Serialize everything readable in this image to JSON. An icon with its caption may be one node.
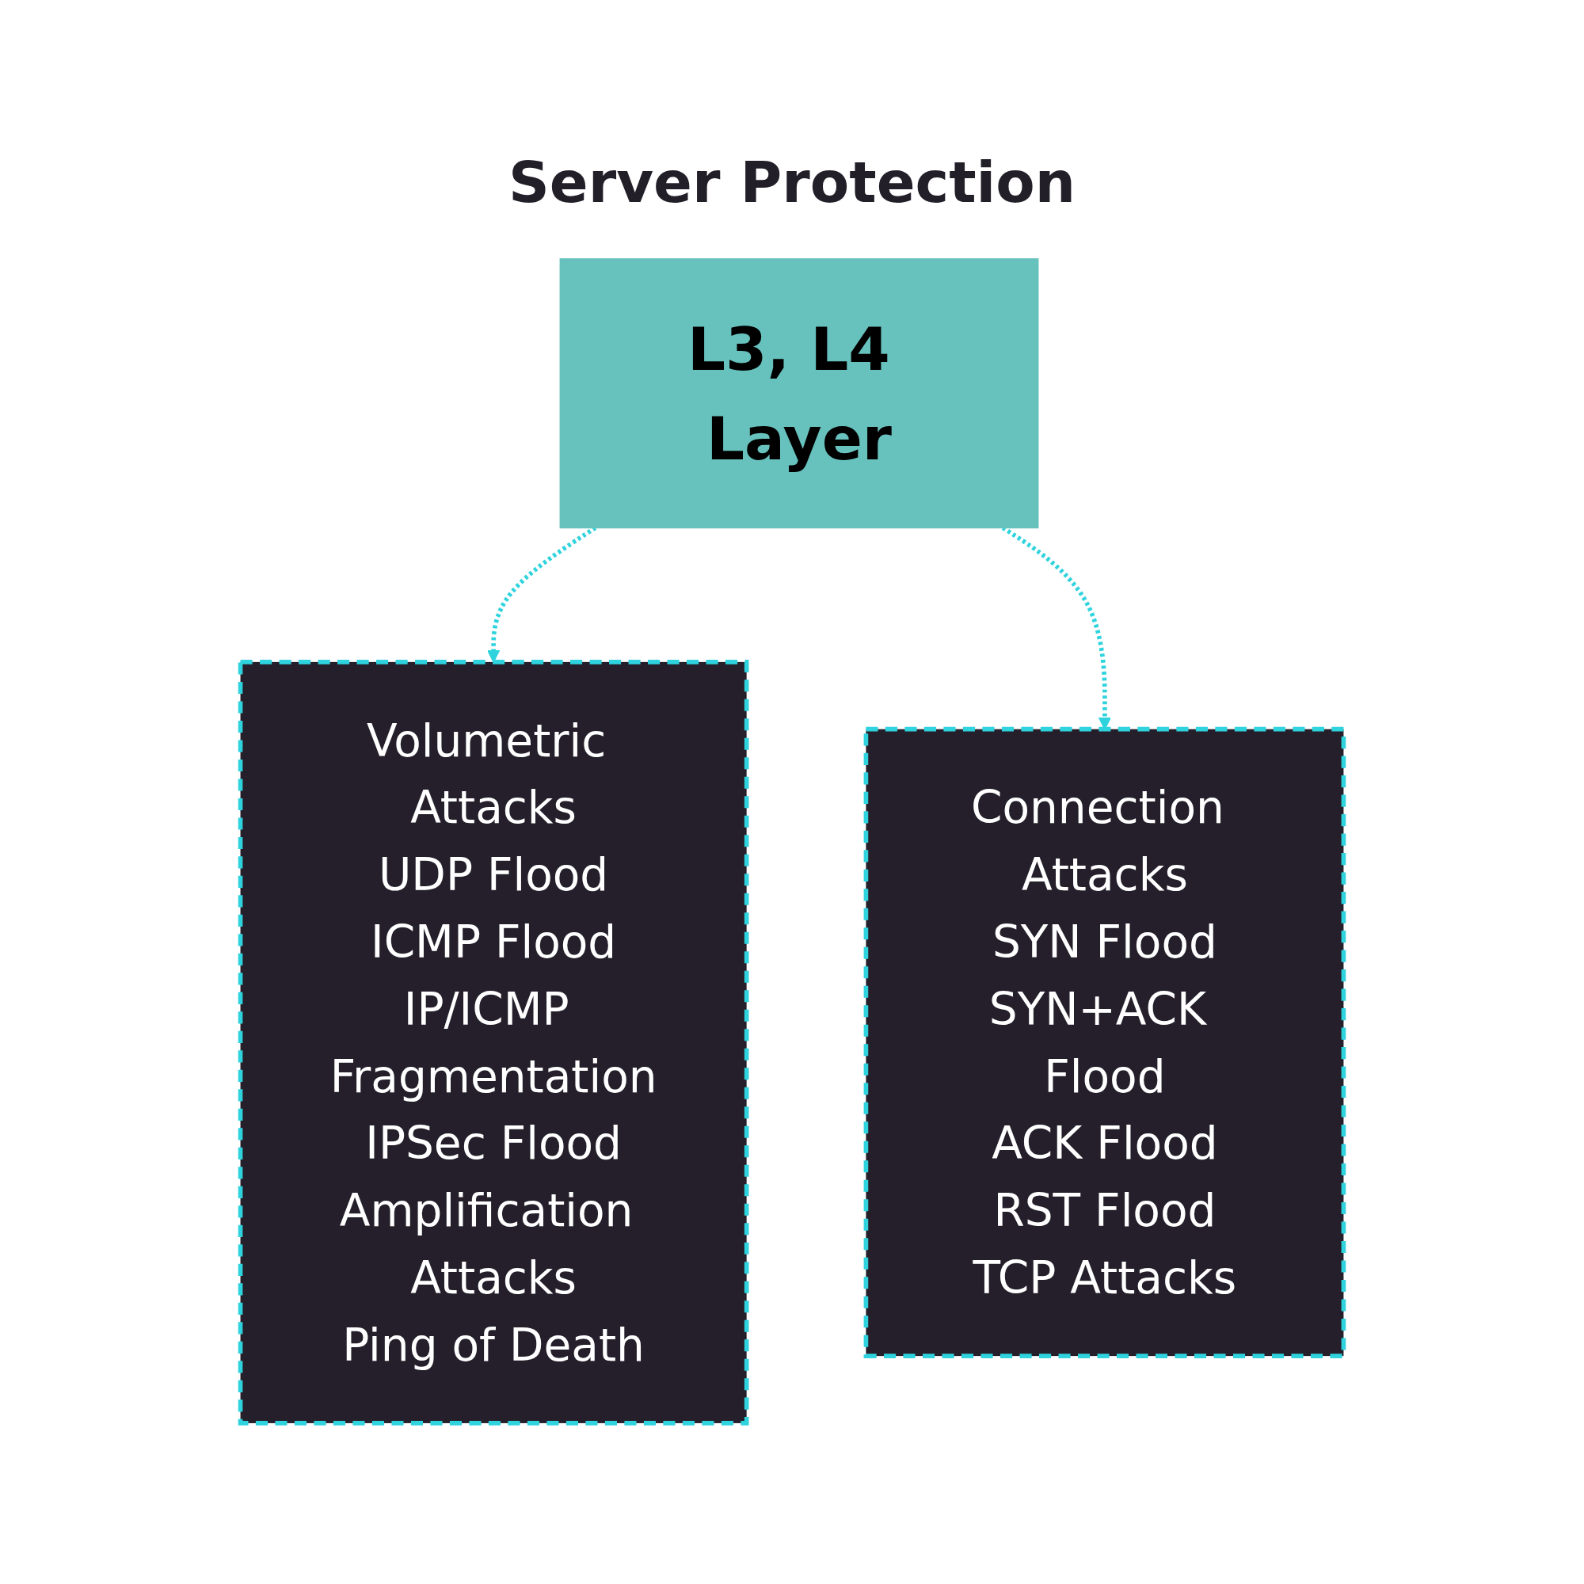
{
  "diagram": {
    "title": "Server Protection",
    "nodes": [
      {
        "text": [
          "L3, L4 Layer"
        ]
      },
      {
        "text": [
          "Volumetric Attacks",
          "UDP Flood",
          "ICMP Flood",
          "IP/ICMP Fragmentation",
          "IPSec Flood",
          "Amplification Attacks",
          "Ping of Death"
        ]
      },
      {
        "text": [
          "Connection Attacks",
          "SYN Flood",
          "SYN+ACK Flood",
          "ACK Flood",
          "RST Flood",
          "TCP Attacks"
        ]
      }
    ],
    "edges": [
      {
        "from": 0,
        "to": 1,
        "arrow": "to",
        "style": "dashed"
      },
      {
        "from": 0,
        "to": 2,
        "arrow": "to",
        "style": "dashed"
      }
    ]
  }
}
